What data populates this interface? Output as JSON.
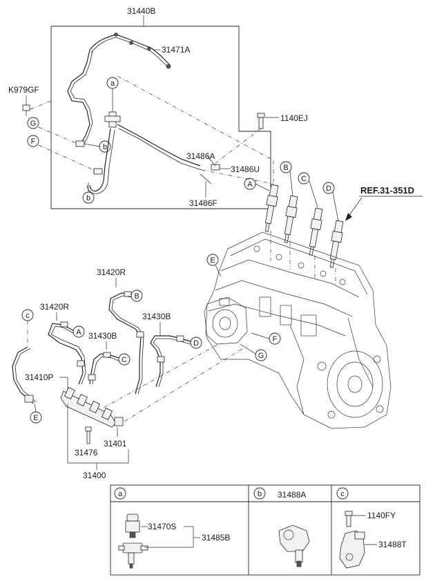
{
  "labels": {
    "p31440B": "31440B",
    "p31471A": "31471A",
    "pK979GF": "K979GF",
    "p1140EJ": "1140EJ",
    "p31486A": "31486A",
    "p31486U": "31486U",
    "p31486F": "31486F",
    "ref": "REF.31-351D",
    "p31420R_top": "31420R",
    "p31420R_left": "31420R",
    "p31430B_mid": "31430B",
    "p31430B_right": "31430B",
    "p31410P": "31410P",
    "p31476": "31476",
    "p31401": "31401",
    "p31400": "31400",
    "p31470S": "31470S",
    "p31485B": "31485B",
    "p31488A": "31488A",
    "p1140FY": "1140FY",
    "p31488T": "31488T"
  },
  "callouts": {
    "a": "a",
    "b": "b",
    "c": "c",
    "A": "A",
    "B": "B",
    "C": "C",
    "D": "D",
    "E": "E",
    "F": "F",
    "G": "G"
  },
  "table": {
    "headers": [
      "a",
      "b",
      "c"
    ]
  }
}
